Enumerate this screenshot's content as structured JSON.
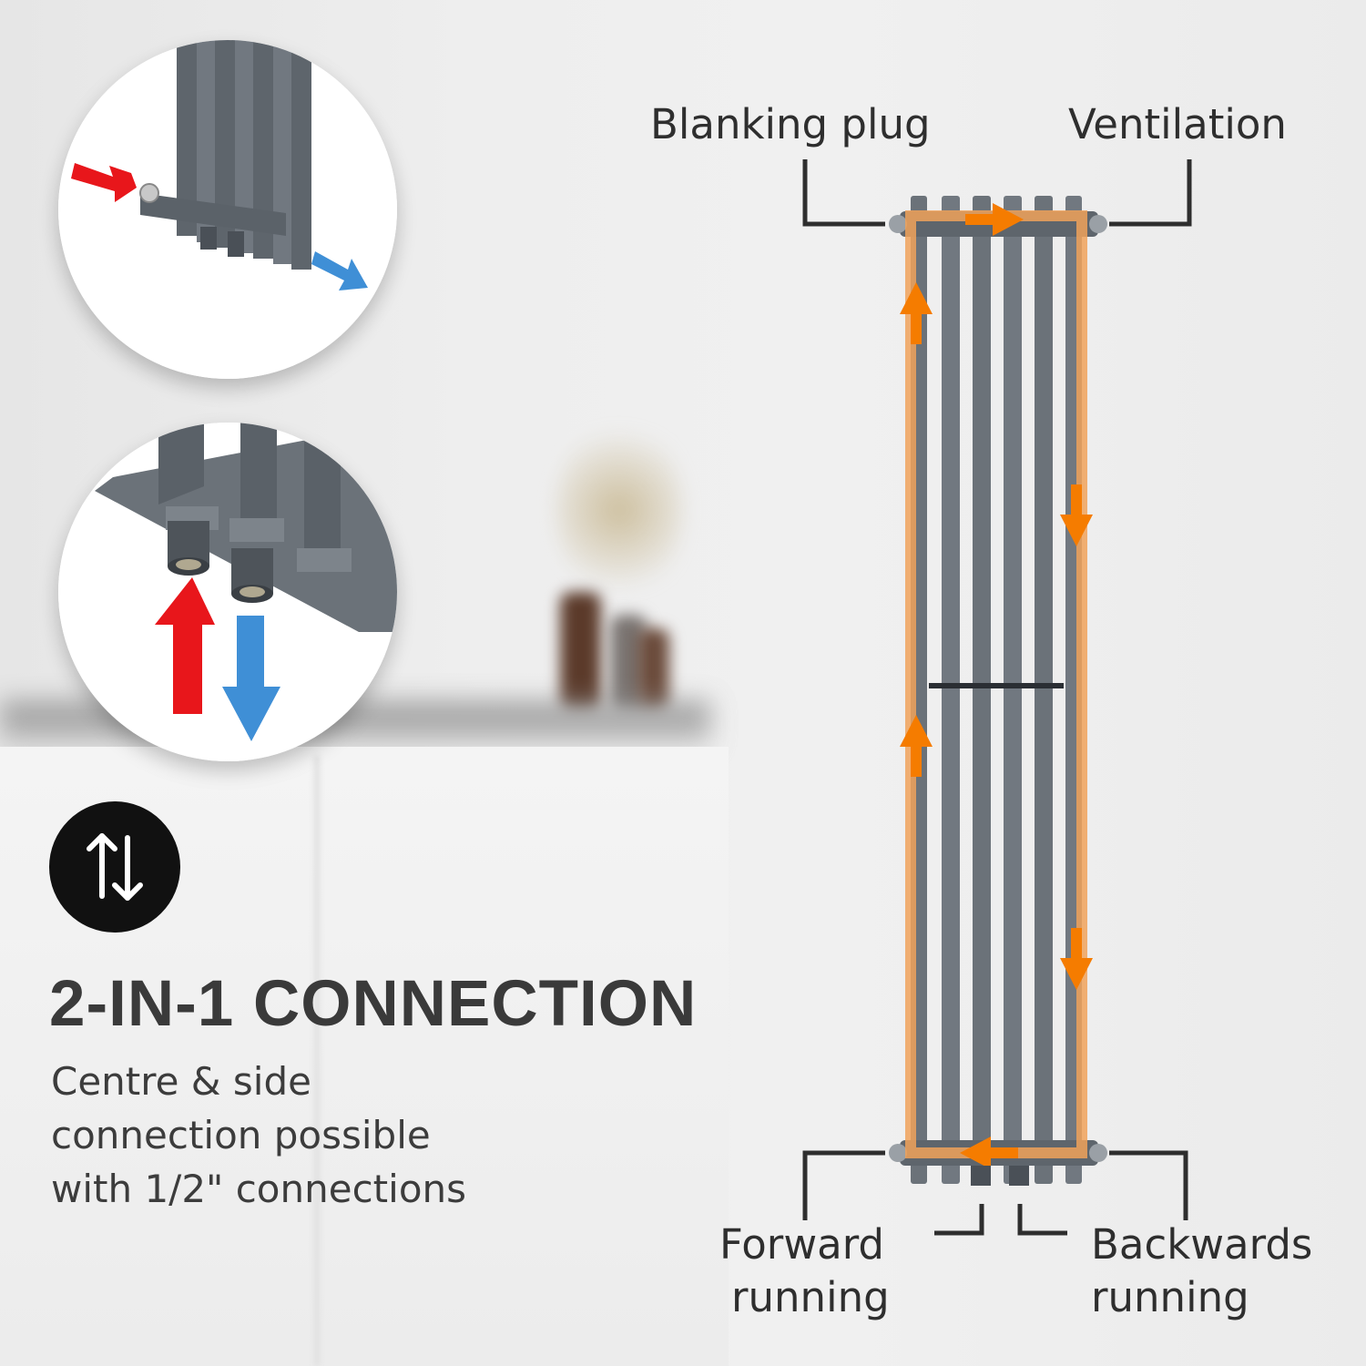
{
  "headline": "2-IN-1 CONNECTION",
  "description": [
    "Centre & side",
    "connection possible",
    "with 1/2\" connections"
  ],
  "badge": {
    "icon": "up-down-arrows-icon"
  },
  "callouts": {
    "blanking_plug": "Blanking plug",
    "ventilation": "Ventilation",
    "forward_running": [
      "Forward",
      "running"
    ],
    "backwards_running": [
      "Backwards",
      "running"
    ]
  },
  "colors": {
    "flow_arrow": "#f57c00",
    "flow_path": "#f0a25a",
    "supply_arrow": "#e8161b",
    "return_arrow": "#3f8fd6",
    "radiator": "#6b7279",
    "headline": "#3a3a3a"
  },
  "inset_images": [
    {
      "name": "side-connection-detail",
      "arrows": [
        "supply-arrow",
        "return-arrow"
      ]
    },
    {
      "name": "centre-connection-detail",
      "arrows": [
        "supply-arrow",
        "return-arrow"
      ]
    }
  ]
}
